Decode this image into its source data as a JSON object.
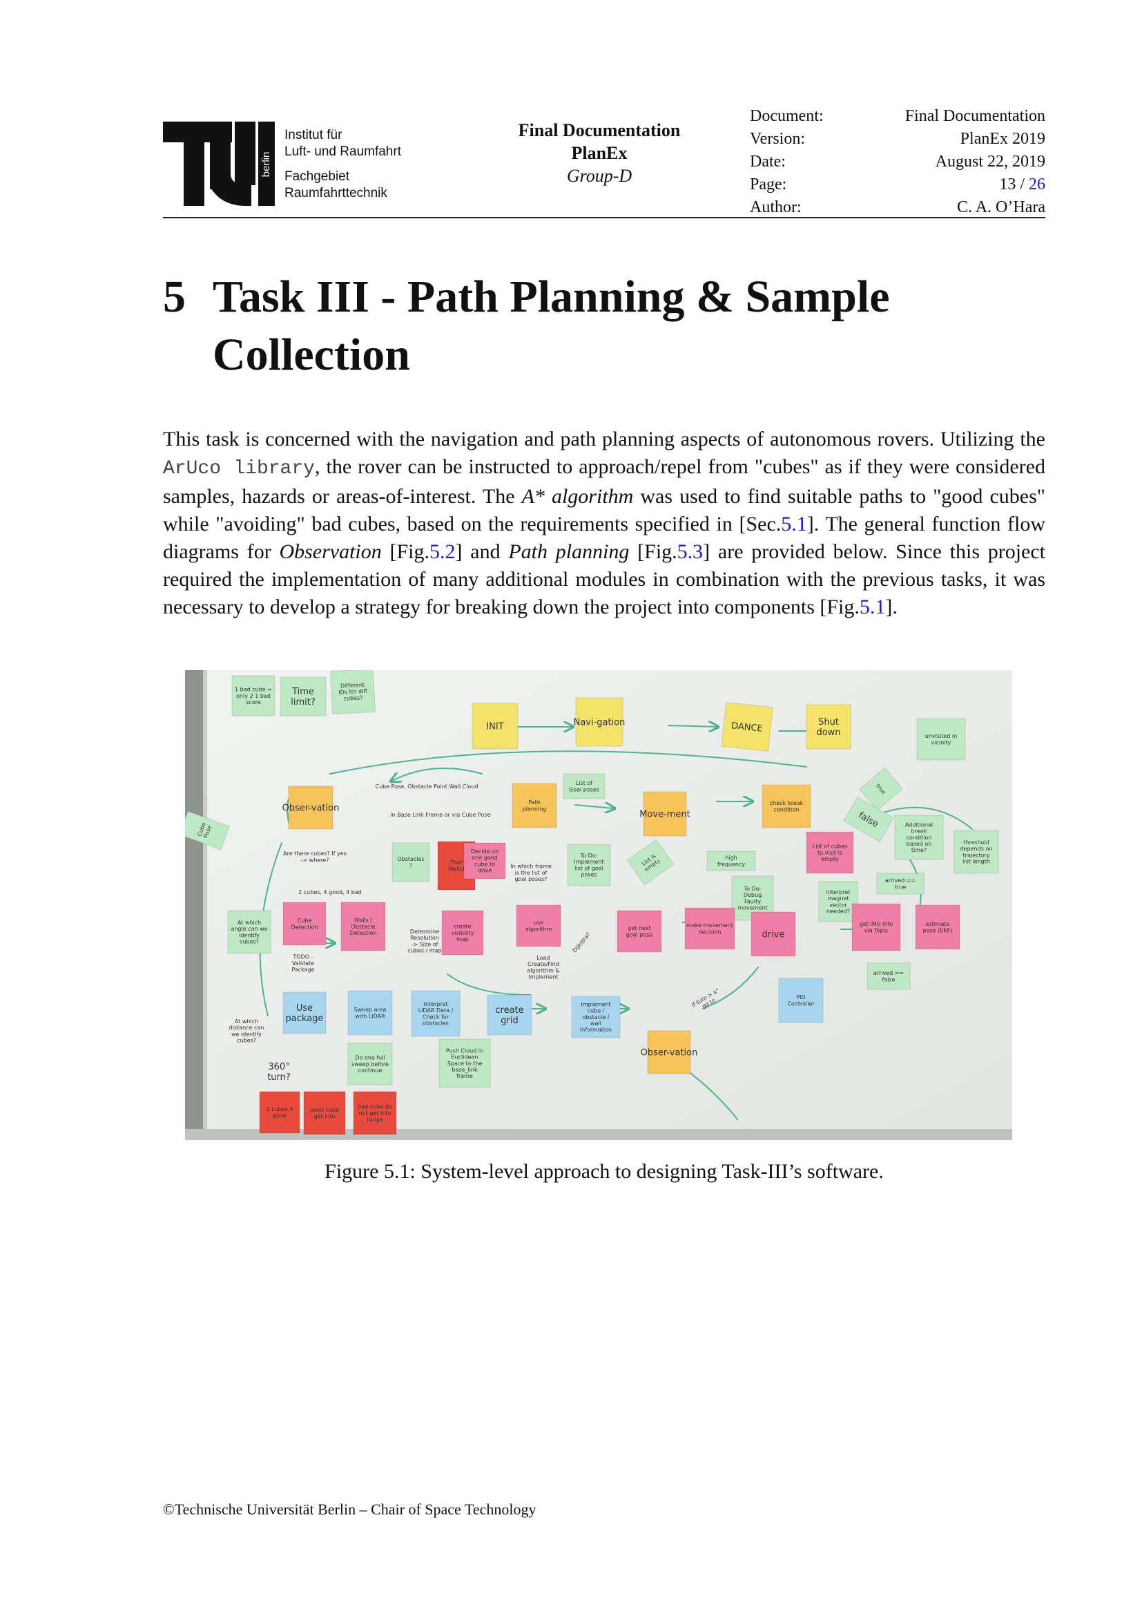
{
  "header": {
    "institute_line1": "Institut für",
    "institute_line2": "Luft- und Raumfahrt",
    "department_line1": "Fachgebiet",
    "department_line2": "Raumfahrttechnik",
    "logo_word": "berlin",
    "doc_title": "Final Documentation",
    "project": "PlanEx",
    "group": "Group-D",
    "meta": {
      "document_label": "Document:",
      "document_value": "Final Documentation",
      "version_label": "Version:",
      "version_value": "PlanEx 2019",
      "date_label": "Date:",
      "date_value": "August 22, 2019",
      "page_label": "Page:",
      "page_current": "13",
      "page_sep": " / ",
      "page_total": "26",
      "author_label": "Author:",
      "author_value": "C. A. O’Hara"
    }
  },
  "chapter": {
    "number": "5",
    "title": "Task III - Path Planning & Sample Collection"
  },
  "paragraph": {
    "t1": "This task is concerned with the navigation and path planning aspects of autonomous rovers. Utilizing the ",
    "code": "ArUco library",
    "t2": ", the rover can be instructed to approach/repel from \"cubes\" as if they were considered samples, hazards or areas-of-interest. The ",
    "astar": "A* algorithm",
    "t3": " was used to find suitable paths to \"good cubes\" while \"avoiding\" bad cubes, based on the requirements specified in [Sec.",
    "ref_sec": "5.1",
    "t4": "]. The general function flow diagrams for ",
    "observation": "Observation",
    "t5": " [Fig.",
    "ref_fig2": "5.2",
    "t6": "] and ",
    "path_planning": "Path planning",
    "t7": " [Fig.",
    "ref_fig3": "5.3",
    "t8": "] are provided below. Since this project required the implementation of many additional modules in combination with the previous tasks, it was necessary to develop a strategy for breaking down the project into components [Fig.",
    "ref_fig1": "5.1",
    "t9": "]."
  },
  "figure": {
    "caption": "Figure 5.1: System-level approach to designing Task-III’s software.",
    "colors": {
      "yellow": "#f3e36a",
      "green": "#bfe9c4",
      "pink": "#ef7fa6",
      "blue": "#a8d6ee",
      "red": "#e84a3e",
      "orange": "#f6c45a",
      "board": "#e9ebe8",
      "marker": "#4bb394"
    },
    "notes": {
      "init": "INIT",
      "navigation": "Navi-gation",
      "dance": "DANCE",
      "shutdown": "Shut down",
      "observation": "Obser-vation",
      "path_planning": "Path planning",
      "movement": "Move-ment",
      "check_break": "check break condition",
      "cube_detection": "Cube Detection",
      "walls": "Walls / Obstacle Detection",
      "create_vis": "create visibility map",
      "use_algorithm": "use algorithm",
      "get_next": "get next goal pose",
      "make_decision": "make movement decision",
      "drive": "drive",
      "get_imu": "get IMU info via Topic",
      "estimate_pose": "estimate pose (EKF)",
      "pid": "PID Controller",
      "use_package": "Use package",
      "sweep": "Sweep area with LIDAR",
      "interpret": "Interpret LiDAR Data / Check for obstacles",
      "create_grid": "create grid",
      "implement": "Implement cube / obstacle / wall information",
      "observation2": "Obser-vation",
      "time_limit": "Time limit?",
      "one_bad": "1 bad cube = only 2 1 bad score",
      "unvisited": "unvisited in vicinity",
      "list_goal": "List of Goal poses",
      "list_cubes": "List of cubes to visit is empty",
      "todo_debug": "To Do: Debug Faulty movement",
      "the_walls": "The! Walls!",
      "cubes_red1": "2 cubes 4 good",
      "cubes_red2": "good cube get info",
      "cubes_red3": "bad cube do not get into range",
      "different_ids": "Different IDs for diff cubes?",
      "are_there": "Are there cubes? If yes -> where?",
      "obstacles": "Obstacles ?",
      "decide": "Decide on one good cube to drive",
      "which_frame": "In which frame is the list of goal poses?",
      "todo_imp": "To Do: Implement list of goal poses",
      "additional": "Additional break condition based on time?",
      "threshold": "threshold depends on trajectory list length",
      "high_freq": "high frequency",
      "interpret_mag": "Interpret magnet vector needed?",
      "at_which": "At which angle can we identify cubes?",
      "todo_validate": "TODO - Validate Package",
      "determine": "Determine Resolution -> Size of cubes / map",
      "load": "Load Create/Find algorithm & Implement",
      "cube_pose": "Cube Pose",
      "which_dist": "At which distance can we identify cubes?",
      "do_one": "Do one full sweep before continue",
      "push": "Push Cloud in Euclidean Space to the base_link frame",
      "arrived": "arrived == false",
      "arrived_true": "arrived == true",
      "cube_obstacle": "Cube Pose, Obstacle Point Wall Cloud",
      "in_base": "in Base Link Frame or via Cube Pose",
      "true": "true",
      "false": "false",
      "dijkstra": "Dijkstra?",
      "turn": "360° turn?",
      "local_empty": "List is empty",
      "if_turn": "if turn > x° go to",
      "cubes_good": "2 cubes, 4 good, 4 bad"
    }
  }
}
